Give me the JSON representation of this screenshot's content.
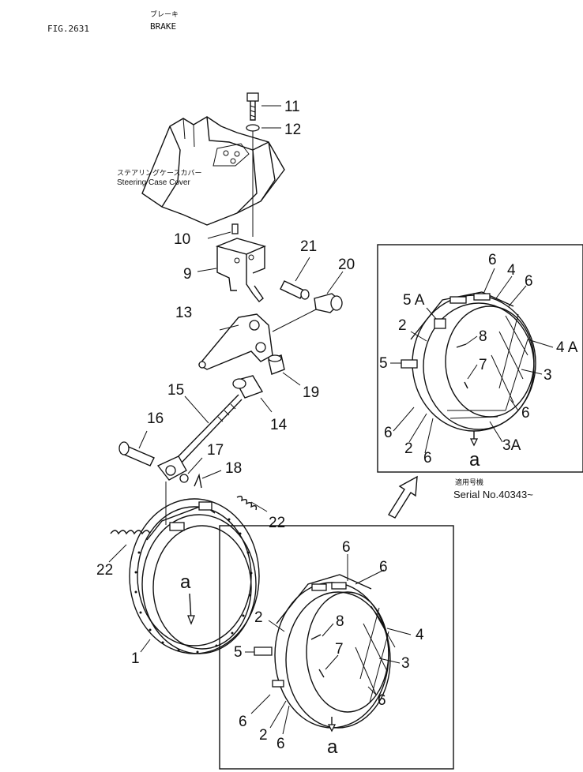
{
  "header": {
    "figure_no": "FIG.2631",
    "title_jp": "ブレーキ",
    "title_en": "BRAKE"
  },
  "steering_case_cover": {
    "label_jp": "ステアリングケースカバー",
    "label_en": "Steering Case Cover"
  },
  "serial_note": {
    "label_jp": "適用号機",
    "label_en": "Serial No.40343~"
  },
  "view_marker": "a",
  "callouts": {
    "c11": "11",
    "c12": "12",
    "c10": "10",
    "c9": "9",
    "c21": "21",
    "c20": "20",
    "c13": "13",
    "c15": "15",
    "c19": "19",
    "c14": "14",
    "c16": "16",
    "c17": "17",
    "c18": "18",
    "c22a": "22",
    "c22b": "22",
    "c1": "1"
  },
  "detail_lower": {
    "c6a": "6",
    "c6b": "6",
    "c2": "2",
    "c8": "8",
    "c4": "4",
    "c5": "5",
    "c7": "7",
    "c3": "3",
    "c6c": "6",
    "c6d": "6",
    "c2b": "2",
    "c6e": "6",
    "ca": "a"
  },
  "detail_upper": {
    "c6a": "6",
    "c4": "4",
    "c6b": "6",
    "c5A": "5 A",
    "c2": "2",
    "c8": "8",
    "c4A": "4 A",
    "c5": "5",
    "c7": "7",
    "c3": "3",
    "c6c": "6",
    "c6d": "6",
    "c2b": "2",
    "c6e": "6",
    "c3A": "3A",
    "ca": "a"
  }
}
